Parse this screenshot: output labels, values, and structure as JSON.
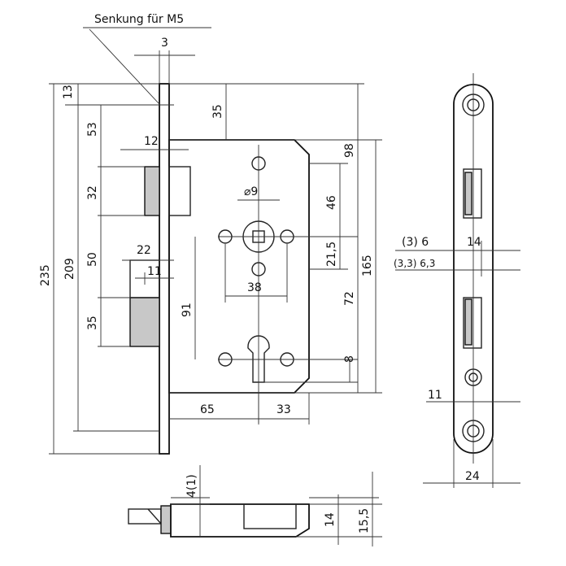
{
  "labels": {
    "countersink": "Senkung für M5",
    "d3": "3",
    "d13": "13",
    "d35_top": "35",
    "d53": "53",
    "d12": "12",
    "d98": "98",
    "d32": "32",
    "d9": "⌀9",
    "d46": "46",
    "d50": "50",
    "d22": "22",
    "d11_left": "11",
    "d21_5": "21,5",
    "d235": "235",
    "d209": "209",
    "d165": "165",
    "d91": "91",
    "d38": "38",
    "d72": "72",
    "d35_bottom": "35",
    "d8": "8",
    "d65": "65",
    "d33": "33",
    "side_3_6": "(3) 6",
    "side_3_3_6_3": "(3,3) 6,3",
    "side_14": "14",
    "side_11": "11",
    "side_24": "24",
    "bottom_4_1": "4(1)",
    "bottom_14": "14",
    "bottom_15_5": "15,5"
  }
}
